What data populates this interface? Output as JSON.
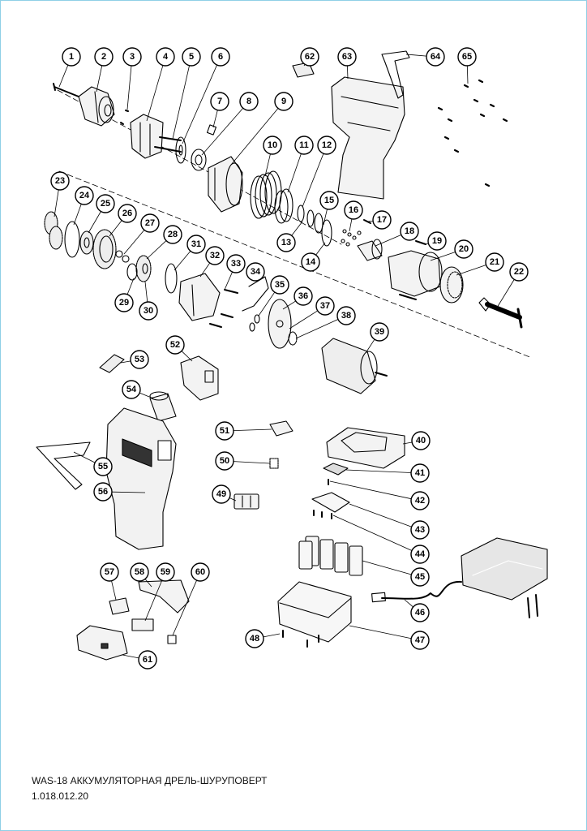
{
  "document": {
    "title": "WAS-18 АККУМУЛЯТОРНАЯ ДРЕЛЬ-ШУРУПОВЕРТ",
    "code": "1.018.012.20"
  },
  "colors": {
    "ink": "#000000",
    "frame": "#8fd0e6",
    "paper": "#ffffff"
  },
  "callouts": [
    {
      "n": "1"
    },
    {
      "n": "2"
    },
    {
      "n": "3"
    },
    {
      "n": "4"
    },
    {
      "n": "5"
    },
    {
      "n": "6"
    },
    {
      "n": "7"
    },
    {
      "n": "8"
    },
    {
      "n": "9"
    },
    {
      "n": "10"
    },
    {
      "n": "11"
    },
    {
      "n": "12"
    },
    {
      "n": "13"
    },
    {
      "n": "14"
    },
    {
      "n": "15"
    },
    {
      "n": "16"
    },
    {
      "n": "17"
    },
    {
      "n": "18"
    },
    {
      "n": "19"
    },
    {
      "n": "20"
    },
    {
      "n": "21"
    },
    {
      "n": "22"
    },
    {
      "n": "23"
    },
    {
      "n": "24"
    },
    {
      "n": "25"
    },
    {
      "n": "26"
    },
    {
      "n": "27"
    },
    {
      "n": "28"
    },
    {
      "n": "29"
    },
    {
      "n": "30"
    },
    {
      "n": "31"
    },
    {
      "n": "32"
    },
    {
      "n": "33"
    },
    {
      "n": "34"
    },
    {
      "n": "35"
    },
    {
      "n": "36"
    },
    {
      "n": "37"
    },
    {
      "n": "38"
    },
    {
      "n": "39"
    },
    {
      "n": "40"
    },
    {
      "n": "41"
    },
    {
      "n": "42"
    },
    {
      "n": "43"
    },
    {
      "n": "44"
    },
    {
      "n": "45"
    },
    {
      "n": "46"
    },
    {
      "n": "47"
    },
    {
      "n": "48"
    },
    {
      "n": "49"
    },
    {
      "n": "50"
    },
    {
      "n": "51"
    },
    {
      "n": "52"
    },
    {
      "n": "53"
    },
    {
      "n": "54"
    },
    {
      "n": "55"
    },
    {
      "n": "56"
    },
    {
      "n": "57"
    },
    {
      "n": "58"
    },
    {
      "n": "59"
    },
    {
      "n": "60"
    },
    {
      "n": "61"
    },
    {
      "n": "62"
    },
    {
      "n": "63"
    },
    {
      "n": "64"
    },
    {
      "n": "65"
    }
  ]
}
